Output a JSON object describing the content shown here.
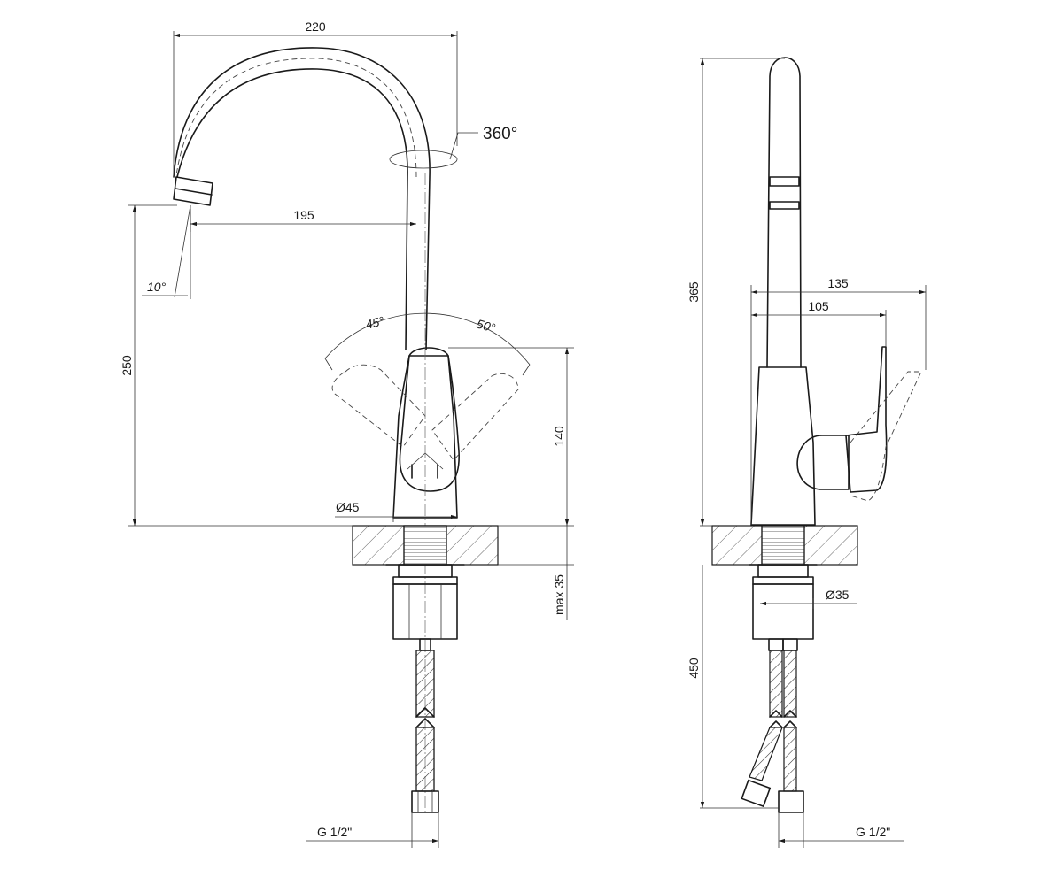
{
  "front_view": {
    "width_220": "220",
    "reach_195": "195",
    "height_250": "250",
    "lever_140": "140",
    "base_dia_45": "Ø45",
    "max_35": "max 35",
    "rotation_360": "360°",
    "angle_10": "10°",
    "angle_45": "45°",
    "angle_50": "50°",
    "thread_label": "G 1/2\""
  },
  "side_view": {
    "height_365": "365",
    "lever_135": "135",
    "lever_105": "105",
    "shank_dia_35": "Ø35",
    "hose_450": "450",
    "thread_label": "G 1/2\""
  }
}
